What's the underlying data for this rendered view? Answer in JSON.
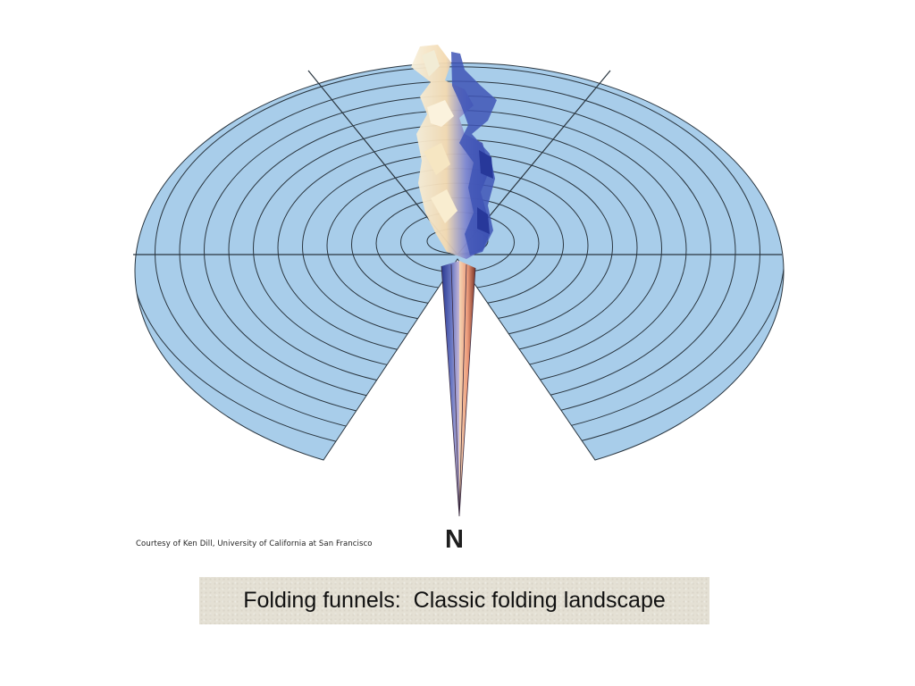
{
  "figure": {
    "credit": "Courtesy of Ken Dill, University of California at San Francisco",
    "native_state_label": "N",
    "surface_color": "#a8cdea",
    "grid_line_color": "#2a3640",
    "funnel_colors": [
      "#2c3f9e",
      "#6a78c8",
      "#f3e2c0",
      "#f2a383",
      "#8a3a2a"
    ]
  },
  "caption": {
    "text": "Folding funnels:  Classic folding landscape"
  }
}
